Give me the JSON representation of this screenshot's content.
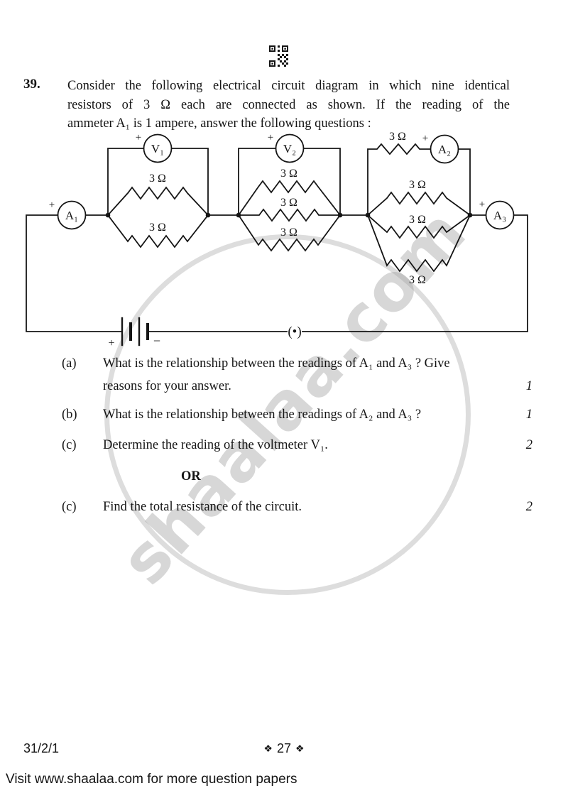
{
  "question": {
    "number": "39.",
    "intro_lines": [
      "Consider the following electrical circuit diagram in which nine identical",
      "resistors of 3 Ω each are connected as shown. If the reading of the",
      "ammeter A₁ is 1 ampere, answer the following questions :"
    ]
  },
  "circuit": {
    "resistor_label": "3 Ω",
    "plus_sign": "+",
    "minus_sign": "−",
    "key_symbol": "(•)",
    "meters": {
      "a1": "A₁",
      "v1": "V₁",
      "v2": "V₂",
      "a2": "A₂",
      "a3": "A₃"
    }
  },
  "questions": [
    {
      "label": "(a)",
      "lines": [
        "What is the relationship between the readings of A₁ and A₃ ? Give",
        "reasons for your answer."
      ],
      "marks": "1"
    },
    {
      "label": "(b)",
      "lines": [
        "What is the relationship between the readings of A₂ and A₃ ?"
      ],
      "marks": "1"
    },
    {
      "label": "(c)",
      "lines": [
        "Determine the reading of the voltmeter V₁."
      ],
      "marks": "2"
    },
    {
      "label": "(c)",
      "lines": [
        "Find the total resistance of the circuit."
      ],
      "marks": "2"
    }
  ],
  "or_separator": "OR",
  "watermark": {
    "text": "shaalaa.com"
  },
  "footer": {
    "paper_code": "31/2/1",
    "page_number": "27",
    "page_decor": "❖",
    "visit_line": "Visit www.shaalaa.com for more question papers"
  }
}
